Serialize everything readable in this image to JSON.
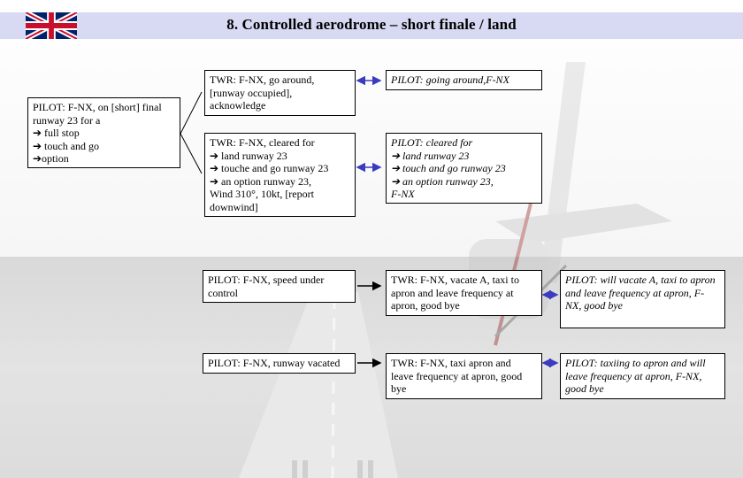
{
  "title": "8. Controlled aerodrome – short finale / land",
  "flag": {
    "icon": "uk-flag-icon"
  },
  "colors": {
    "header_band": "#d7daf2",
    "arrow_blue": "#3b3bc0",
    "arrow_black": "#000000"
  },
  "boxes": {
    "pilot_initial": [
      "PILOT: F-NX, on [short] final",
      "runway 23 for a",
      "➔ full stop",
      "➔ touch and go",
      "➔option"
    ],
    "twr_go_around": [
      "TWR: F-NX, go around,",
      "[runway occupied],",
      "acknowledge"
    ],
    "pilot_going_around": [
      "PILOT: going around,F-NX"
    ],
    "twr_cleared": [
      "TWR: F-NX, cleared for",
      "➔ land runway 23",
      "➔ touche and go runway 23",
      "➔ an option runway 23,",
      "Wind 310°, 10kt, [report",
      "downwind]"
    ],
    "pilot_cleared": [
      "PILOT: cleared for",
      "➔ land runway 23",
      "➔ touch and go runway 23",
      "➔ an option runway 23,",
      "F-NX"
    ],
    "pilot_speed": [
      "PILOT: F-NX, speed under",
      "control"
    ],
    "twr_vacate": [
      "TWR: F-NX, vacate A, taxi to",
      "apron and leave frequency at",
      "apron, good bye"
    ],
    "pilot_will_vacate": [
      "PILOT: will vacate A, taxi to apron",
      "and leave frequency at apron, F-",
      "NX, good bye"
    ],
    "pilot_vacated": [
      "PILOT: F-NX, runway vacated"
    ],
    "twr_taxi_apron": [
      "TWR: F-NX, taxi apron and",
      "leave frequency at apron, good",
      "bye"
    ],
    "pilot_taxiing": [
      "PILOT: taxiing to apron and will",
      "leave frequency at apron, F-NX,",
      "good bye"
    ]
  }
}
